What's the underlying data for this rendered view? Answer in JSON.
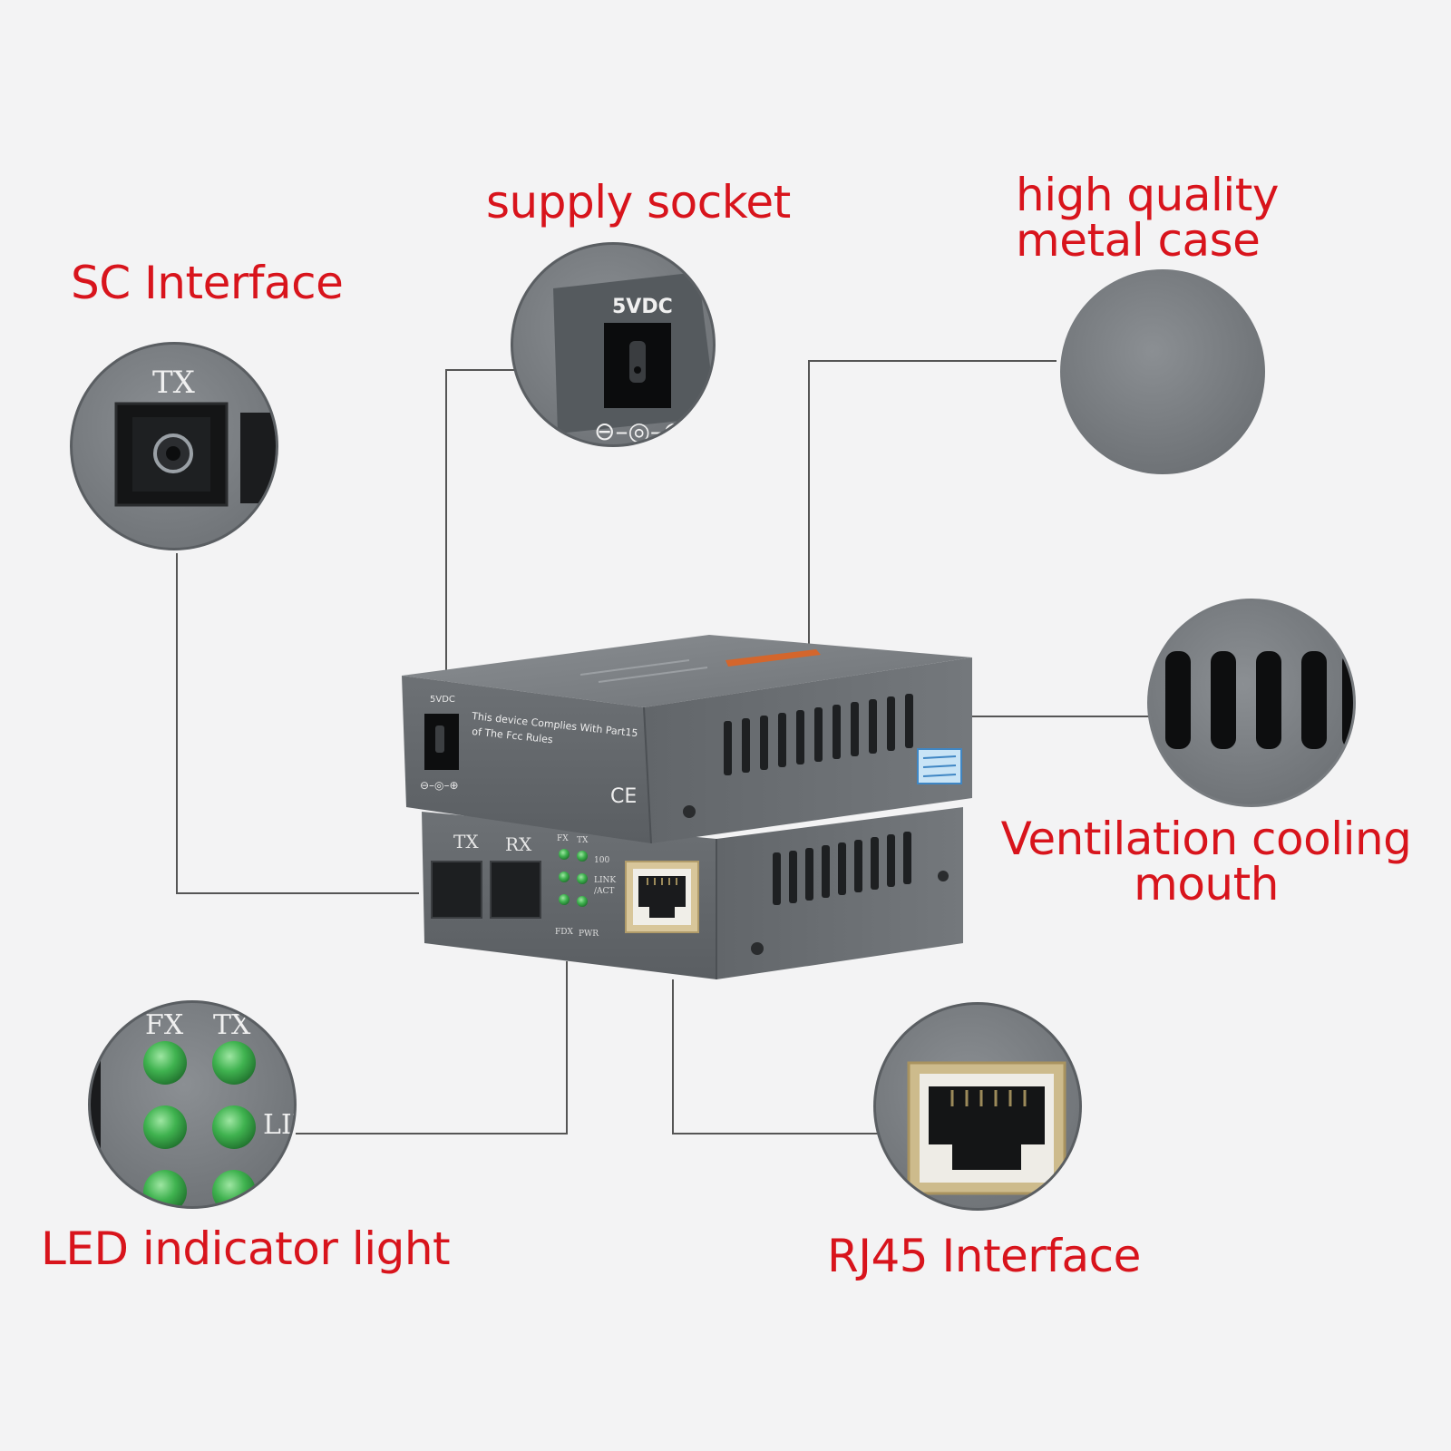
{
  "callouts": {
    "sc_interface": "SC  Interface",
    "supply_socket": "supply socket",
    "metal_case_line1": "high quality",
    "metal_case_line2": "metal case",
    "ventilation_line1": "Ventilation cooling",
    "ventilation_line2": "mouth",
    "led_indicator": "LED  indicator light",
    "rj45_interface": "RJ45  Interface"
  },
  "device_labels": {
    "power_voltage": "5VDC",
    "fcc_line1": "This device Complies With Part15",
    "fcc_line2": "of The Fcc Rules",
    "ce_mark": "CE",
    "tx": "TX",
    "rx": "RX",
    "led_fx": "FX",
    "led_tx": "TX",
    "led_100": "100",
    "led_link": "LINK",
    "led_act": "/ACT",
    "led_fdx": "FDX",
    "led_pwr": "PWR",
    "polarity": "⊖–◎–⊕"
  },
  "colors": {
    "callout_text": "#d8141c",
    "case_gray": "#6e7276",
    "led_green": "#3aa84a",
    "leader_line": "#555555",
    "background": "#f3f3f4"
  }
}
